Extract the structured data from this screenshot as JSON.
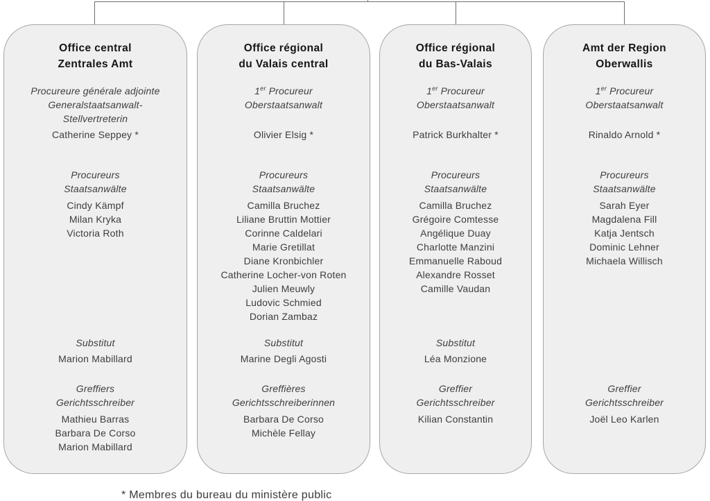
{
  "colors": {
    "box_fill": "#efefef",
    "box_border": "#a6a6a6",
    "connector": "#6e6e6e",
    "title_text": "#151515",
    "body_text": "#3d3d3d"
  },
  "footnote": "* Membres du bureau du ministère public",
  "offices": [
    {
      "title_lines": [
        "Office central",
        "Zentrales Amt"
      ],
      "chief_role_lines": [
        "Procureure générale adjointe",
        "Generalstaatsanwalt-",
        "Stellvertreterin"
      ],
      "chief_name": "Catherine Seppey *",
      "procureurs_label_lines": [
        "Procureurs",
        "Staatsanwälte"
      ],
      "procureurs": [
        "Cindy Kämpf",
        "Milan Kryka",
        "Victoria Roth"
      ],
      "substitut_label": "Substitut",
      "substitut_name": "Marion Mabillard",
      "greffiers_label_lines": [
        "Greffiers",
        "Gerichtsschreiber"
      ],
      "greffiers": [
        "Mathieu Barras",
        "Barbara De Corso",
        "Marion Mabillard"
      ]
    },
    {
      "title_lines": [
        "Office régional",
        "du Valais central"
      ],
      "chief_role": {
        "num": "1",
        "sup": "er",
        "rest": " Procureur",
        "line2": "Oberstaatsanwalt"
      },
      "chief_name": "Olivier Elsig *",
      "procureurs_label_lines": [
        "Procureurs",
        "Staatsanwälte"
      ],
      "procureurs": [
        "Camilla Bruchez",
        "Liliane Bruttin Mottier",
        "Corinne Caldelari",
        "Marie Gretillat",
        "Diane Kronbichler",
        "Catherine Locher-von Roten",
        "Julien Meuwly",
        "Ludovic Schmied",
        "Dorian Zambaz"
      ],
      "substitut_label": "Substitut",
      "substitut_name": "Marine Degli Agosti",
      "greffiers_label_lines": [
        "Greffières",
        "Gerichtsschreiberinnen"
      ],
      "greffiers": [
        "Barbara De Corso",
        "Michèle Fellay"
      ]
    },
    {
      "title_lines": [
        "Office régional",
        "du Bas-Valais"
      ],
      "chief_role": {
        "num": "1",
        "sup": "er",
        "rest": " Procureur",
        "line2": "Oberstaatsanwalt"
      },
      "chief_name": "Patrick Burkhalter *",
      "procureurs_label_lines": [
        "Procureurs",
        "Staatsanwälte"
      ],
      "procureurs": [
        "Camilla Bruchez",
        "Grégoire Comtesse",
        "Angélique Duay",
        "Charlotte Manzini",
        "Emmanuelle Raboud",
        "Alexandre Rosset",
        "Camille Vaudan"
      ],
      "substitut_label": "Substitut",
      "substitut_name": "Léa Monzione",
      "greffiers_label_lines": [
        "Greffier",
        "Gerichtsschreiber"
      ],
      "greffiers": [
        "Kilian Constantin"
      ]
    },
    {
      "title_lines": [
        "Amt der Region",
        "Oberwallis"
      ],
      "chief_role": {
        "num": "1",
        "sup": "er",
        "rest": " Procureur",
        "line2": "Oberstaatsanwalt"
      },
      "chief_name": "Rinaldo Arnold *",
      "procureurs_label_lines": [
        "Procureurs",
        "Staatsanwälte"
      ],
      "procureurs": [
        "Sarah Eyer",
        "Magdalena Fill",
        "Katja Jentsch",
        "Dominic Lehner",
        "Michaela Willisch"
      ],
      "greffiers_label_lines": [
        "Greffier",
        "Gerichtsschreiber"
      ],
      "greffiers": [
        "Joël Leo Karlen"
      ]
    }
  ]
}
